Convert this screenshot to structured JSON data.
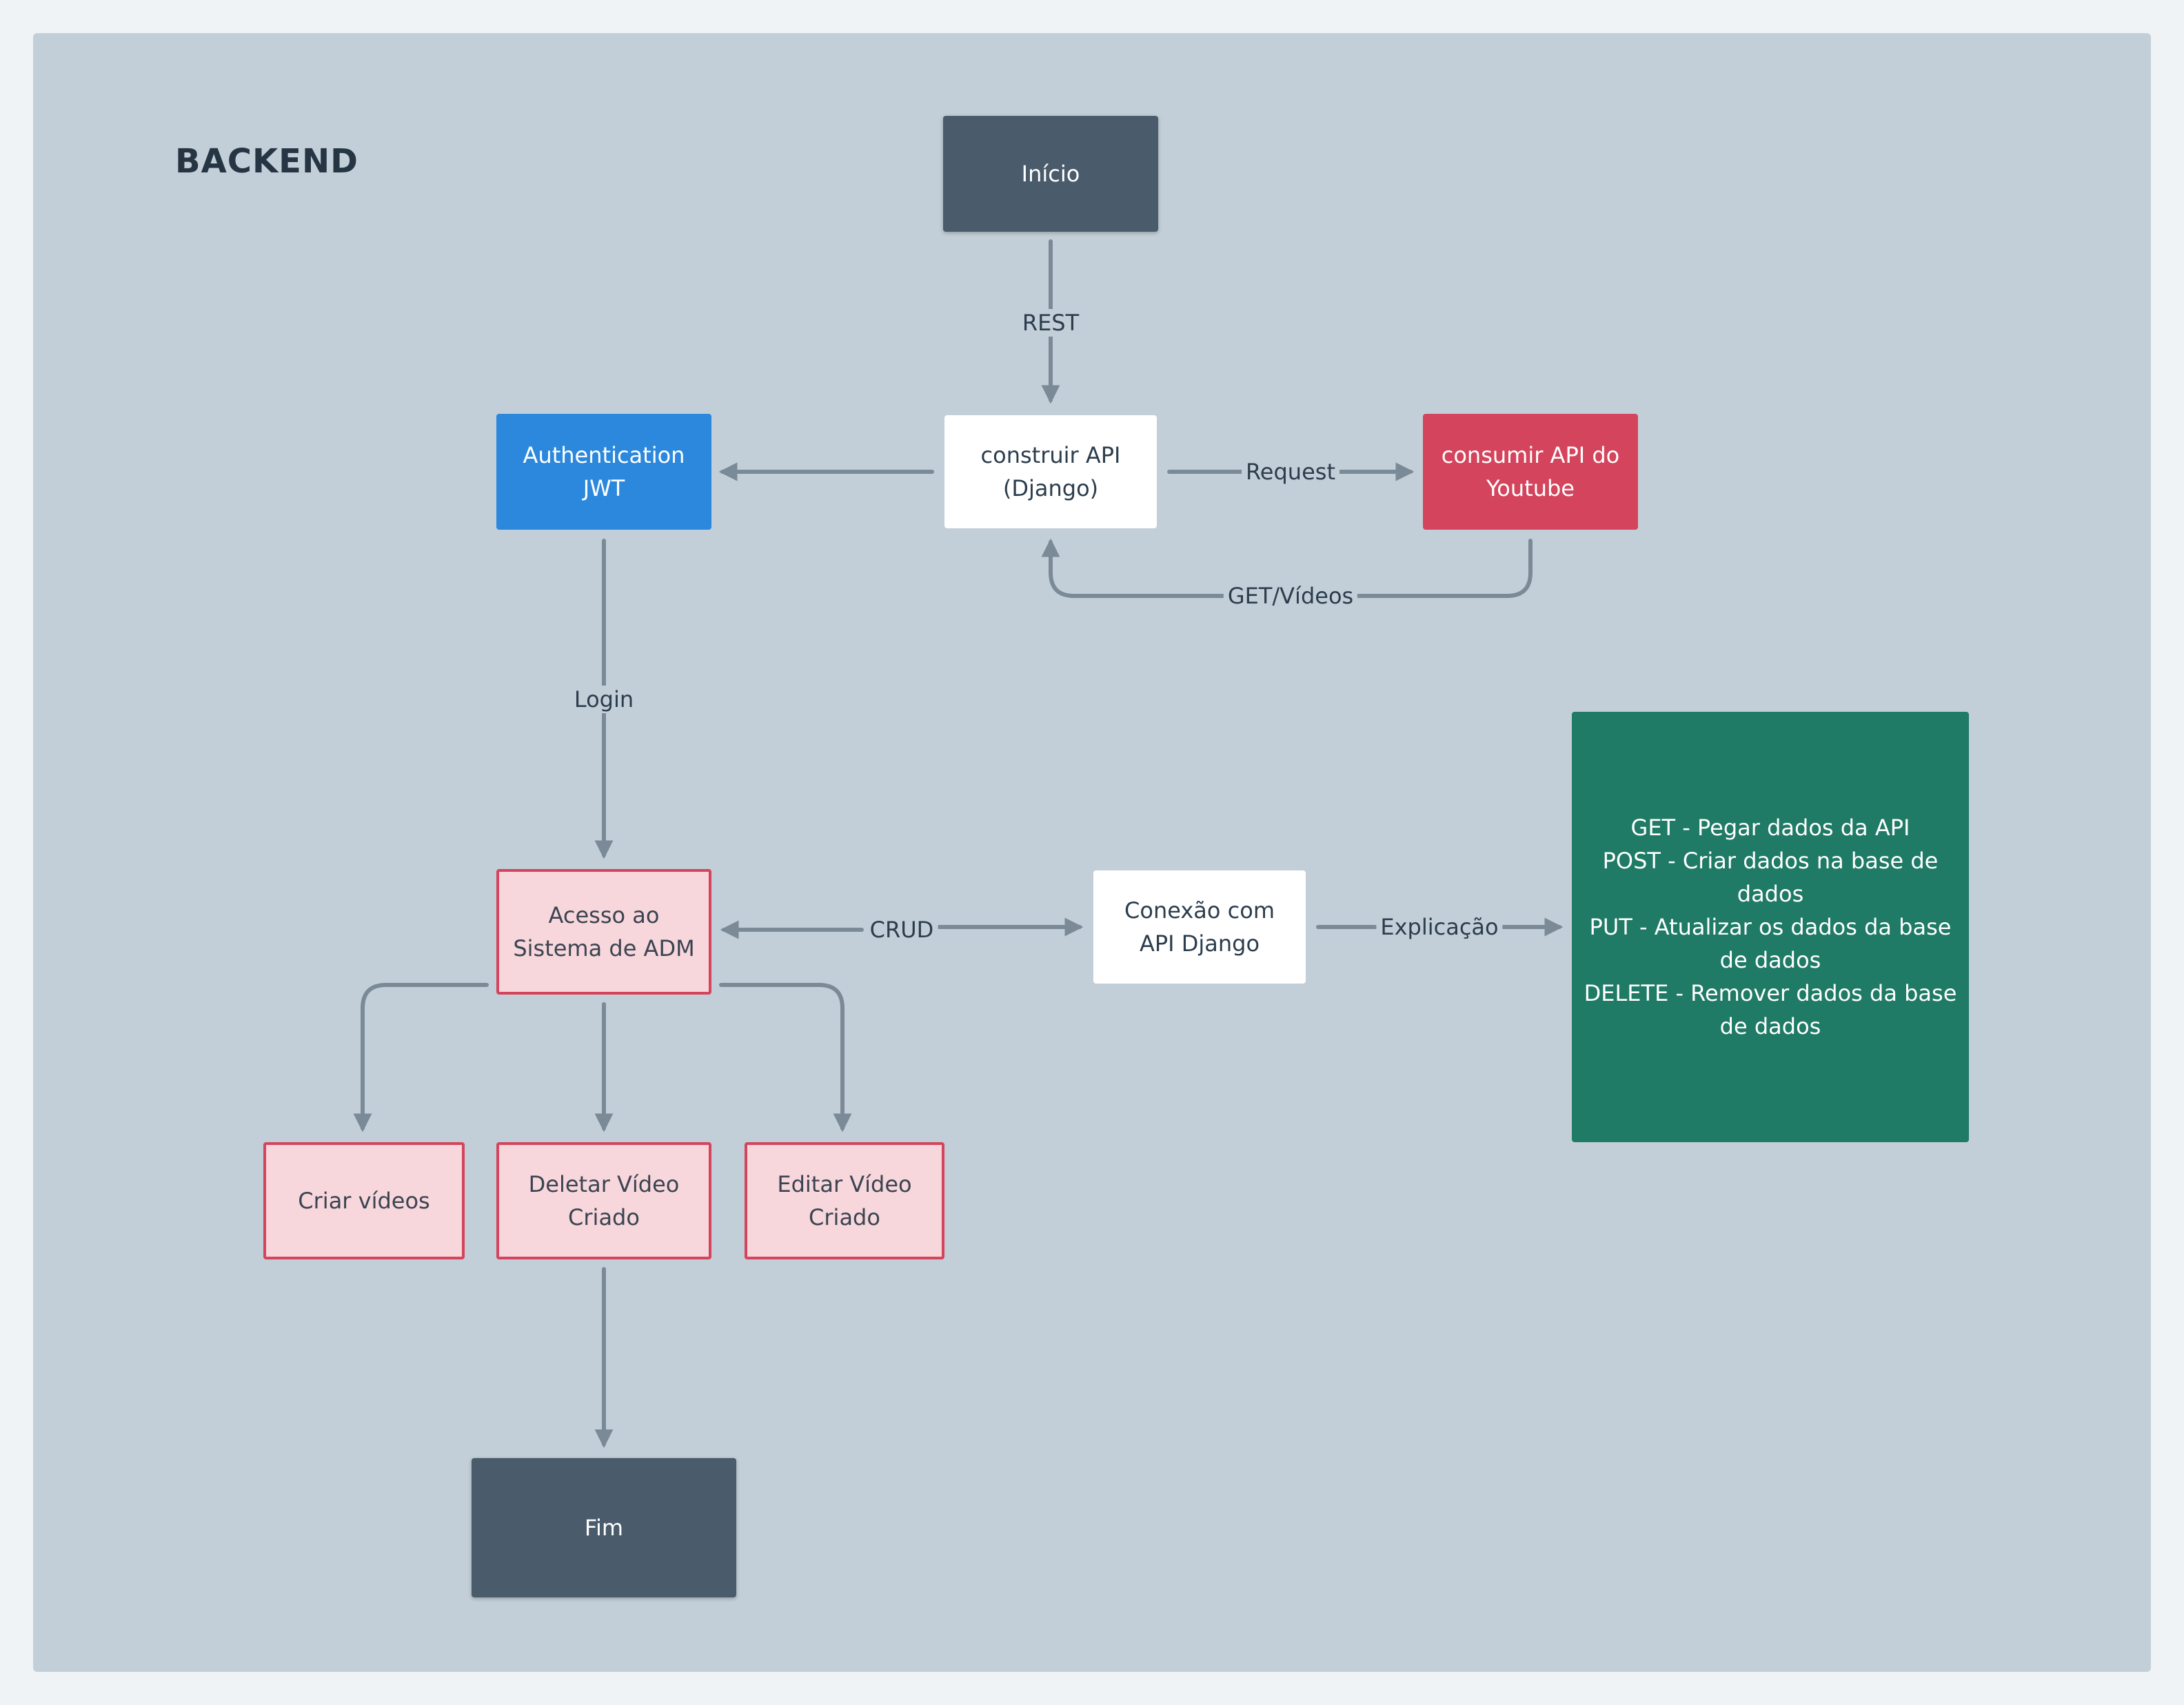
{
  "title": "BACKEND",
  "nodes": {
    "inicio": "Início",
    "construir_api": "construir API\n(Django)",
    "auth_jwt": "Authentication\nJWT",
    "consumir_youtube": "consumir API do\nYoutube",
    "acesso_adm": "Acesso ao\nSistema de ADM",
    "conexao_django": "Conexão com\nAPI Django",
    "explicacao_box": "GET - Pegar dados da API\nPOST - Criar dados na base de\ndados\nPUT - Atualizar os dados da base\nde dados\nDELETE - Remover dados da base\nde dados",
    "criar_videos": "Criar vídeos",
    "deletar_video": "Deletar Vídeo\nCriado",
    "editar_video": "Editar Vídeo\nCriado",
    "fim": "Fim"
  },
  "edge_labels": {
    "rest": "REST",
    "request": "Request",
    "get_videos": "GET/Vídeos",
    "login": "Login",
    "crud": "CRUD",
    "explicacao": "Explicação"
  },
  "colors": {
    "canvas": "#c3cfd8",
    "terminal": "#4a5b6b",
    "auth": "#2b88dd",
    "youtube": "#d4445c",
    "admin": "#f7d6dc",
    "explanation": "#1f7a66",
    "edge": "#7b8a97"
  }
}
